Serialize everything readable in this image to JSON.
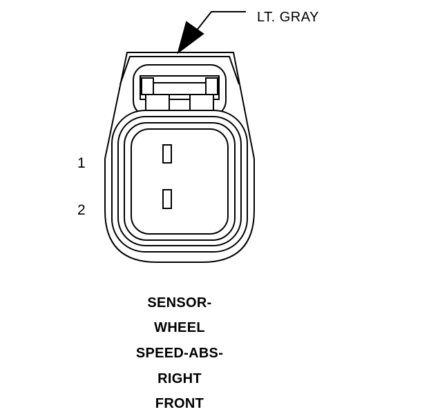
{
  "connector": {
    "color_label": "LT. GRAY",
    "pins": [
      {
        "label": "1"
      },
      {
        "label": "2"
      }
    ],
    "caption": [
      "SENSOR-",
      "WHEEL",
      "SPEED-ABS-",
      "RIGHT",
      "FRONT"
    ]
  }
}
